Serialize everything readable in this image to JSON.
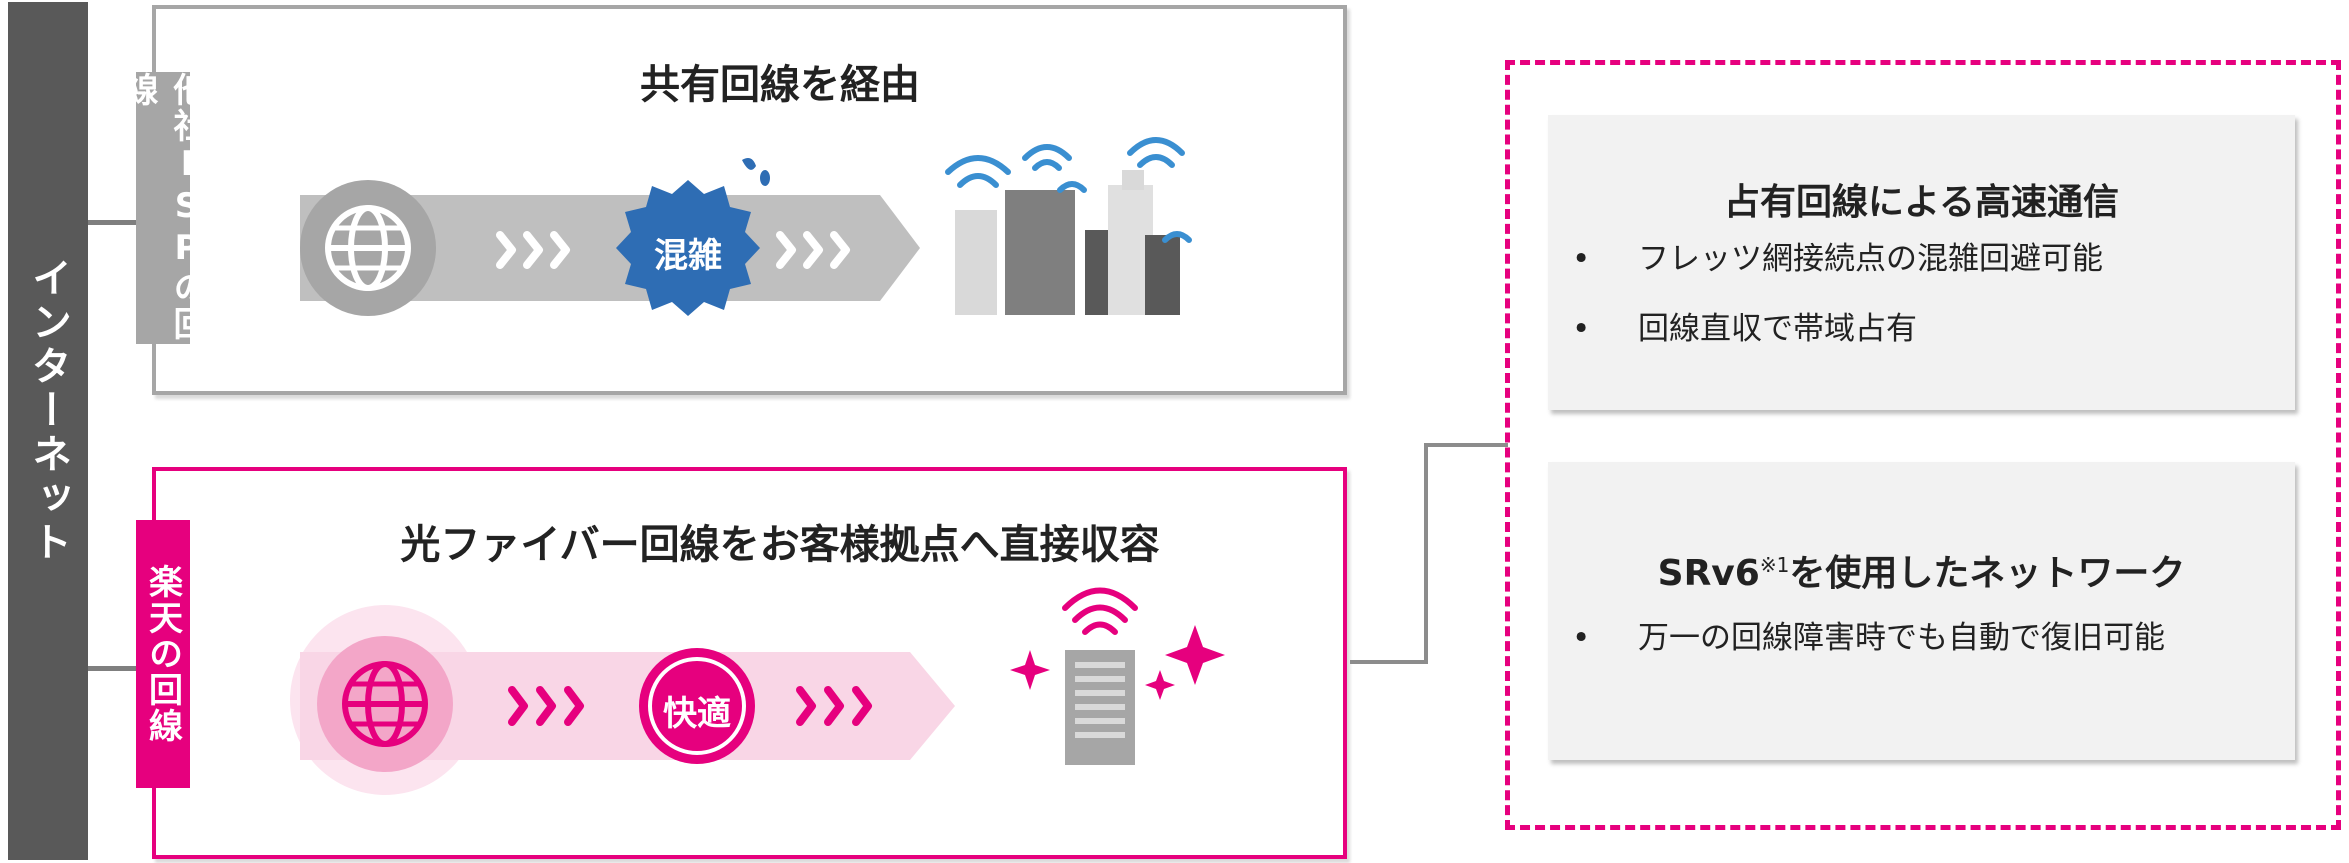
{
  "sidebar": {
    "label": "インターネット"
  },
  "top_panel": {
    "tag": "他社ISPの回線",
    "title": "共有回線を経由",
    "badge": "混雑"
  },
  "bottom_panel": {
    "tag": "楽天の回線",
    "title": "光ファイバー回線をお客様拠点へ直接収容",
    "badge": "快適"
  },
  "features": [
    {
      "title": "占有回線による高速通信",
      "bullets": [
        "フレッツ網接続点の混雑回避可能",
        "回線直収で帯域占有"
      ]
    },
    {
      "title_main": "SRv6",
      "title_sup": "※1",
      "title_rest": "を使用したネットワーク",
      "bullets": [
        "万一の回線障害時でも自動で復旧可能"
      ]
    }
  ],
  "bullet_char": "•",
  "colors": {
    "accent": "#e6007e",
    "gray": "#a6a6a6",
    "dark": "#595959",
    "blue": "#2e6db4"
  }
}
